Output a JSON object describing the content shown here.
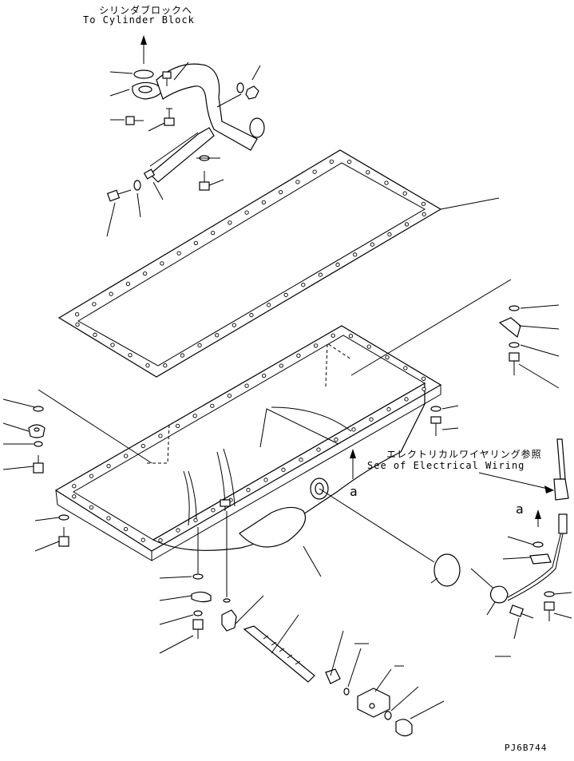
{
  "labels": {
    "cylinder_block_jp": "シリンダブロックへ",
    "cylinder_block_en": "To Cylinder Block",
    "wiring_jp": "エレクトリカルワイヤリング参照",
    "wiring_en": "See of Electrical Wiring",
    "ref_a_1": "a",
    "ref_a_2": "a",
    "drawing_code": "PJ6B744"
  },
  "icons": {
    "arrow": "arrow-up-icon",
    "bolt": "bolt-icon",
    "washer": "washer-icon"
  }
}
